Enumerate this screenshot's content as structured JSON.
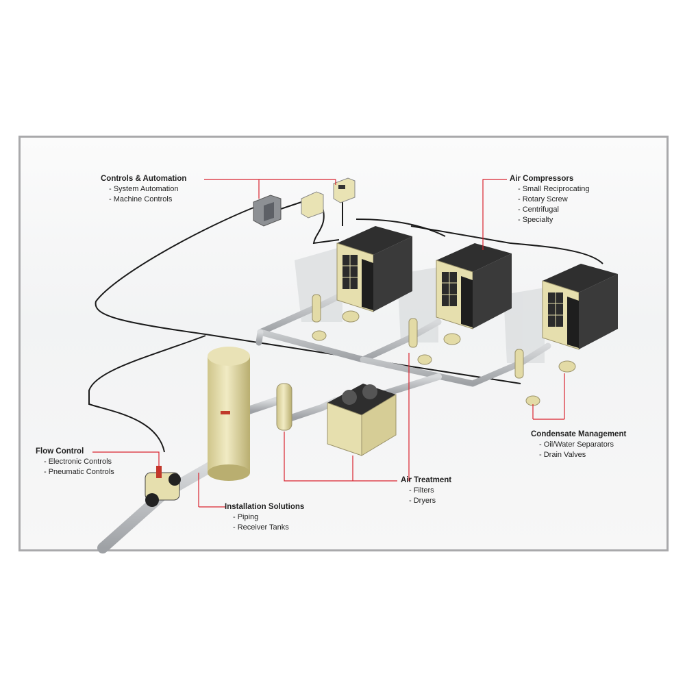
{
  "labels": {
    "controls": {
      "title": "Controls & Automation",
      "items": [
        "- System Automation",
        "- Machine Controls"
      ]
    },
    "compressors": {
      "title": "Air Compressors",
      "items": [
        "- Small Reciprocating",
        "- Rotary Screw",
        "- Centrifugal",
        "- Specialty"
      ]
    },
    "condensate": {
      "title": "Condensate Management",
      "items": [
        "- Oil/Water Separators",
        "- Drain Valves"
      ]
    },
    "flow": {
      "title": "Flow Control",
      "items": [
        "- Electronic Controls",
        "- Pneumatic Controls"
      ]
    },
    "treatment": {
      "title": "Air Treatment",
      "items": [
        "- Filters",
        "- Dryers"
      ]
    },
    "installation": {
      "title": "Installation Solutions",
      "items": [
        "- Piping",
        "- Receiver Tanks"
      ]
    }
  },
  "colors": {
    "leader": "#d9232e",
    "cream": "#e6dfae",
    "dark": "#2b2b2b",
    "pipe": "#b9bcc0",
    "cable": "#1a1a1a"
  }
}
